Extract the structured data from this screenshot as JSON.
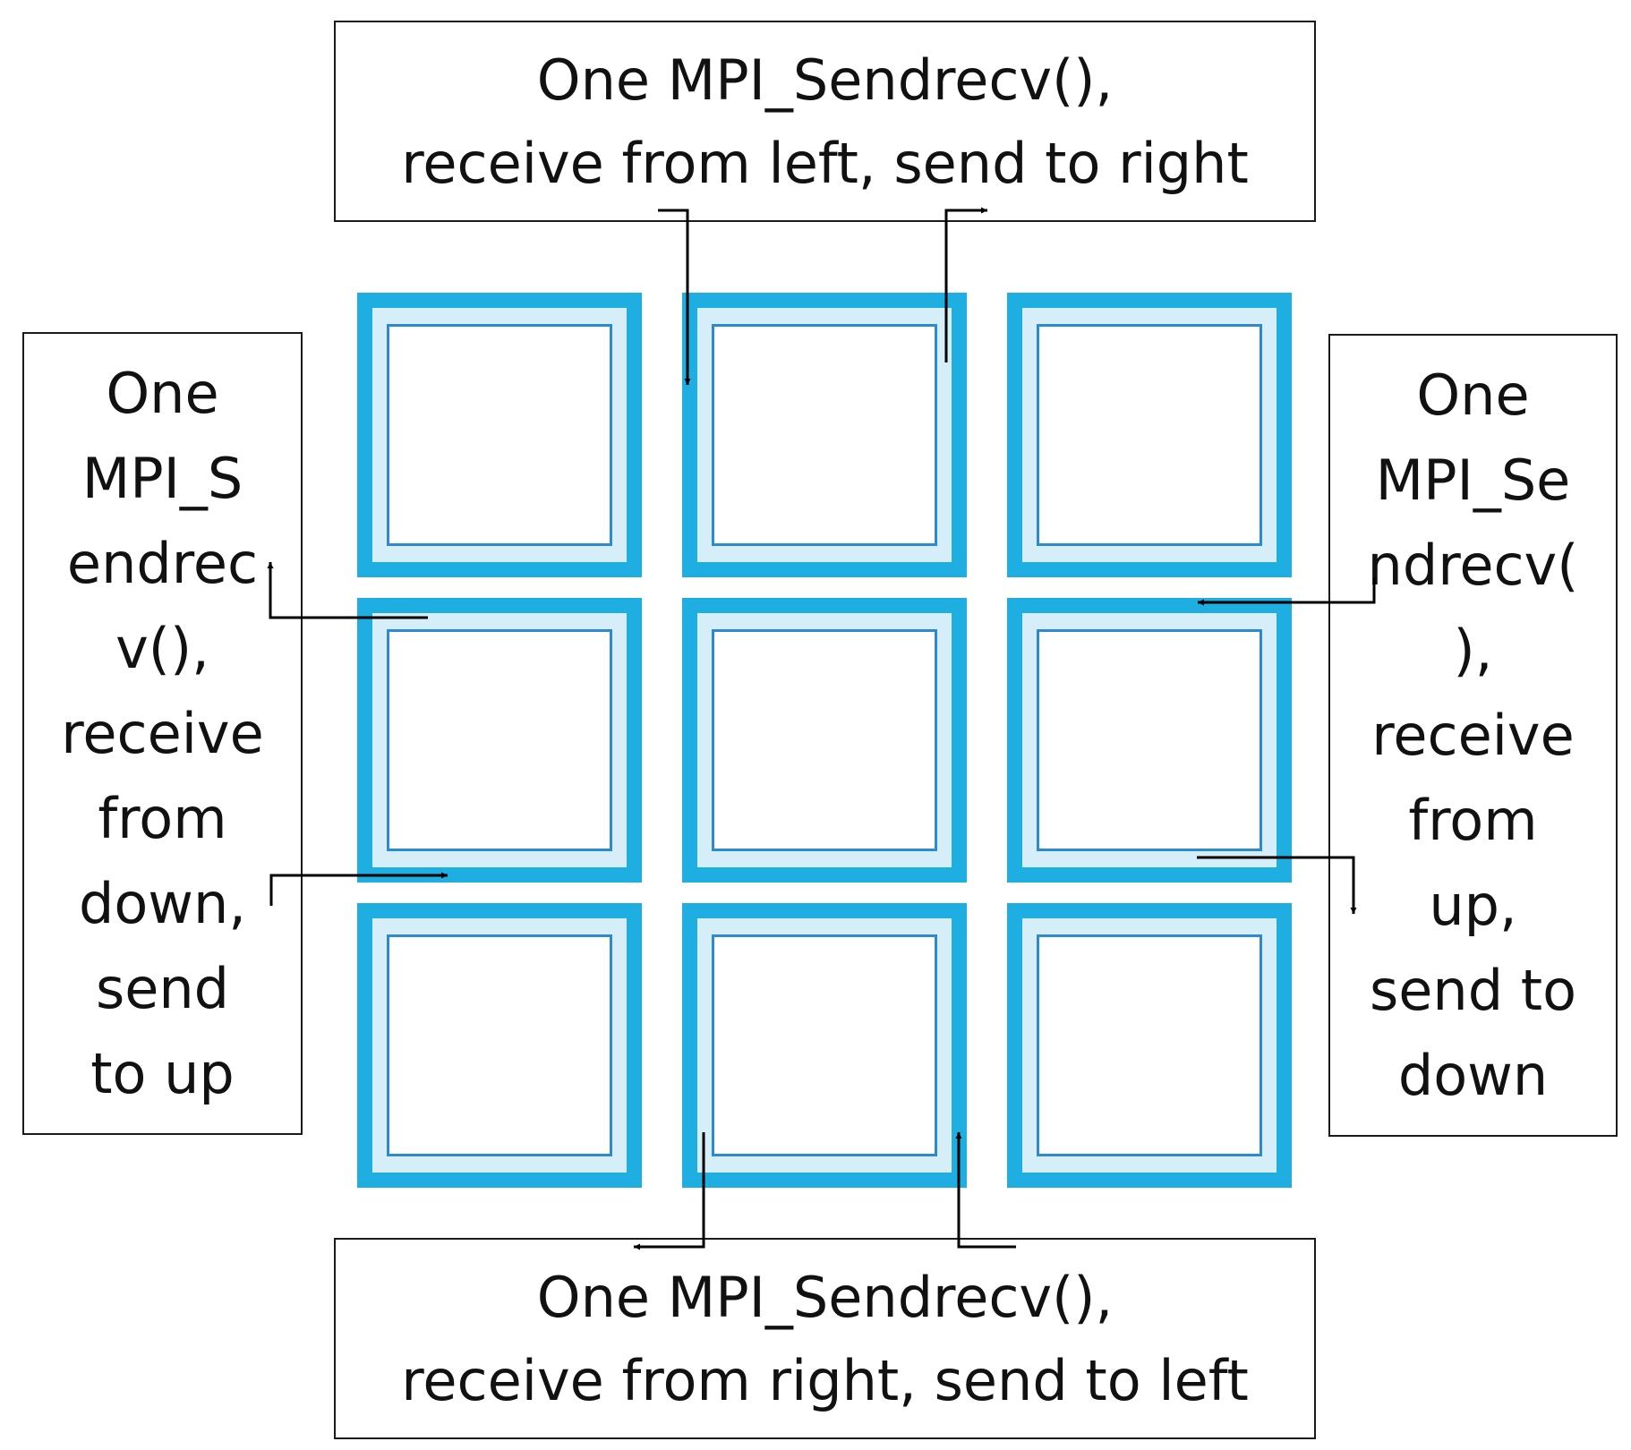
{
  "top_label": {
    "lines": [
      "One MPI_Sendrecv(),",
      "receive from left, send to right"
    ]
  },
  "left_label": {
    "lines": [
      "One",
      "MPI_S",
      "endrec",
      "v(),",
      "receive",
      "from",
      "down,",
      "send",
      "to up"
    ]
  },
  "right_label": {
    "lines": [
      "One",
      "MPI_Se",
      "ndrecv(",
      "),",
      "receive",
      "from",
      "up,",
      "send to",
      "down"
    ]
  },
  "bottom_label": {
    "lines": [
      "One MPI_Sendrecv(),",
      "receive from right, send to left"
    ]
  },
  "grid": {
    "rows": 3,
    "cols": 3
  },
  "colors": {
    "cell_border": "#1eaee2",
    "cell_fill": "#d5eef9",
    "inner_border": "#2b8ad0",
    "box_border": "#1a1a1a",
    "arrow": "#000000"
  }
}
